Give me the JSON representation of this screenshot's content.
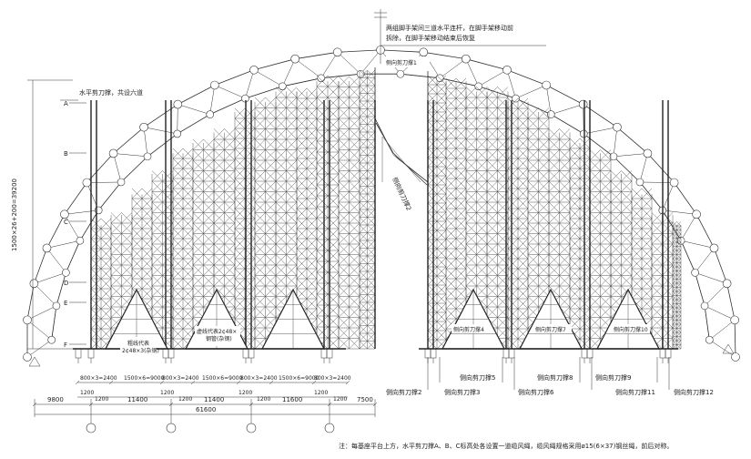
{
  "top_note": {
    "line1": "两组脚手架间三道水平连杆，在脚手架移动前",
    "line2": "拆除，在脚手架移动结束后恢复"
  },
  "labels": {
    "horizontal_brace": "水平剪刀撑，共设六道",
    "vertical_dim": "1500×26+200=39200",
    "levels": [
      "A",
      "B",
      "C",
      "D",
      "E",
      "F"
    ],
    "lateral_top": "侧向剪刀撑1",
    "lateral_diag": "侧向剪刀撑2",
    "thick_line_legend_1": "粗线代表",
    "thick_line_legend_2": "2¢48×3(杂钢)",
    "dashed_line_legend_1": "虚线代表2¢48×",
    "dashed_line_legend_2": "钢管(杂钢)",
    "inner_braces": [
      "侧向剪刀撑4",
      "侧向剪刀撑7",
      "侧向剪刀撑10"
    ],
    "bottom_braces": [
      "侧向剪刀撑2",
      "侧向剪刀撑3",
      "侧向剪刀撑5",
      "侧向剪刀撑6",
      "侧向剪刀撑8",
      "侧向剪刀撑9",
      "侧向剪刀撑11",
      "侧向剪刀撑12"
    ]
  },
  "dimensions": {
    "row1": [
      "800×3=2400",
      "1500×6=9000",
      "800×3=2400",
      "1500×6=9000",
      "800×3=2400",
      "1500×6=9000",
      "800×3=2400"
    ],
    "row2": [
      "1200",
      "1200",
      "1200",
      "1200",
      "1200",
      "1200",
      "1200",
      "1200"
    ],
    "row3": [
      "9800",
      "11400",
      "11400",
      "11600",
      "7500"
    ],
    "total": "61600"
  },
  "footnote": "注：每基座平台上方，水平剪刀撑A、B、C标高处各设置一道缆风绳，缆风绳规格采用ø15(6×37)钢丝绳，前后对称。"
}
